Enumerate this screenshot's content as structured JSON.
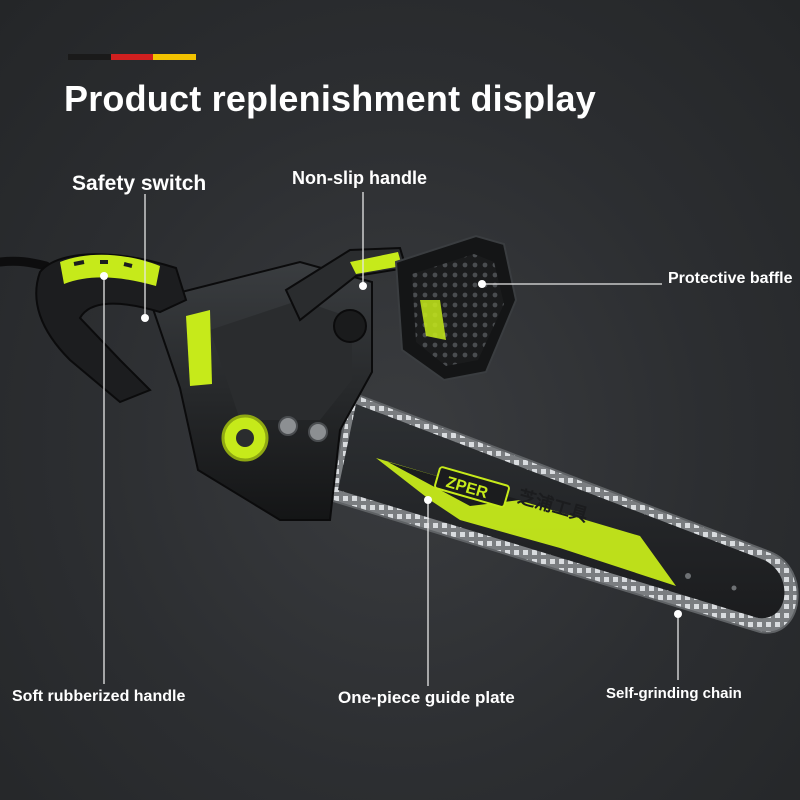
{
  "title": "Product replenishment display",
  "flag_colors": [
    "#1a1a1a",
    "#d01f1f",
    "#f2c200"
  ],
  "accent_color": "#c6ea1a",
  "labels": {
    "safety_switch": "Safety switch",
    "non_slip_handle": "Non-slip handle",
    "protective_baffle": "Protective baffle",
    "soft_handle": "Soft rubberized handle",
    "guide_plate": "One-piece guide plate",
    "self_grinding_chain": "Self-grinding chain"
  },
  "brand": {
    "logo_text": "ZPER",
    "logo_cn": "芝浦工具"
  }
}
